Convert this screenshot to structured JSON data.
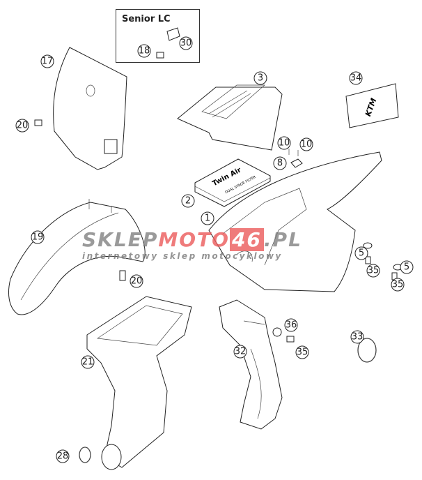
{
  "inset": {
    "title": "Senior LC"
  },
  "parts": [
    {
      "num": "17"
    },
    {
      "num": "18"
    },
    {
      "num": "30"
    },
    {
      "num": "3"
    },
    {
      "num": "34"
    },
    {
      "num": "20"
    },
    {
      "num": "10"
    },
    {
      "num": "10"
    },
    {
      "num": "8"
    },
    {
      "num": "2"
    },
    {
      "num": "19"
    },
    {
      "num": "1"
    },
    {
      "num": "5"
    },
    {
      "num": "5"
    },
    {
      "num": "35"
    },
    {
      "num": "35"
    },
    {
      "num": "20"
    },
    {
      "num": "36"
    },
    {
      "num": "35"
    },
    {
      "num": "33"
    },
    {
      "num": "32"
    },
    {
      "num": "21"
    },
    {
      "num": "28"
    }
  ],
  "labels": {
    "filter_box": "Twin Air",
    "filter_box_sub": "DUAL STAGE FILTER",
    "sticker_brand": "KTM"
  },
  "watermark": {
    "part1": "SKLEP",
    "part2": "MOTO",
    "part3": "46",
    "part4": ".PL",
    "tagline": "internetowy sklep motocyklowy"
  }
}
